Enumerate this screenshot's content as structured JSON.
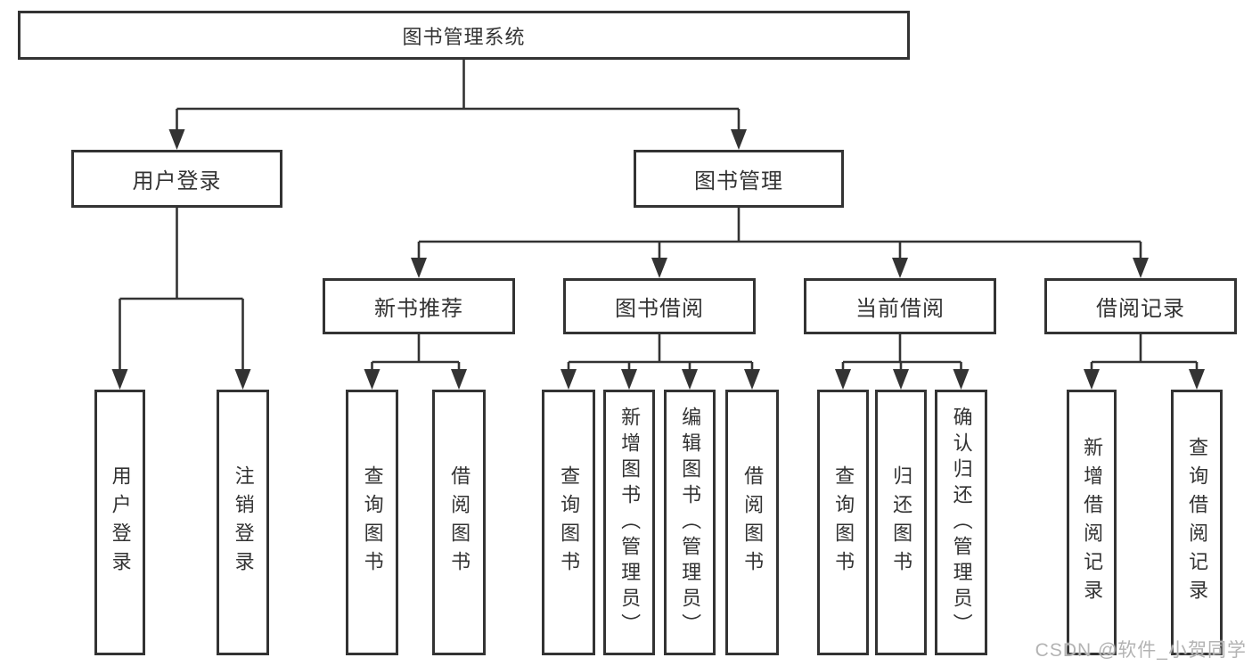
{
  "tree": {
    "root": {
      "label": "图书管理系统",
      "children": [
        {
          "label": "用户登录",
          "children": [
            {
              "label": "用户登录"
            },
            {
              "label": "注销登录"
            }
          ]
        },
        {
          "label": "图书管理",
          "children": [
            {
              "label": "新书推荐",
              "children": [
                {
                  "label": "查询图书"
                },
                {
                  "label": "借阅图书"
                }
              ]
            },
            {
              "label": "图书借阅",
              "children": [
                {
                  "label": "查询图书"
                },
                {
                  "label": "新增图书（管理员）"
                },
                {
                  "label": "编辑图书（管理员）"
                },
                {
                  "label": "借阅图书"
                }
              ]
            },
            {
              "label": "当前借阅",
              "children": [
                {
                  "label": "查询图书"
                },
                {
                  "label": "归还图书"
                },
                {
                  "label": "确认归还（管理员）"
                }
              ]
            },
            {
              "label": "借阅记录",
              "children": [
                {
                  "label": "新增借阅记录"
                },
                {
                  "label": "查询借阅记录"
                }
              ]
            }
          ]
        }
      ]
    }
  },
  "watermark": {
    "text": "CSDN @软件_小贺同学"
  },
  "colors": {
    "line": "#333333",
    "box_border": "#333333",
    "text": "#333333",
    "background": "#ffffff",
    "watermark_text": "#b3b3b3"
  }
}
